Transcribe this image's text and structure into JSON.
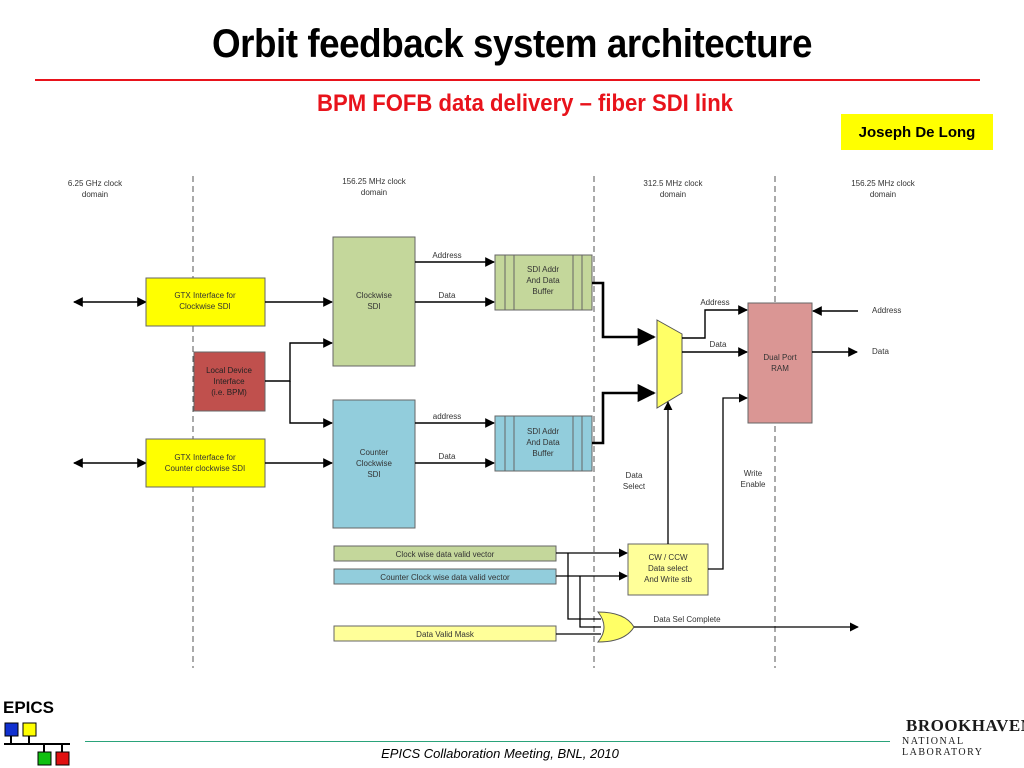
{
  "title": "Orbit feedback system architecture",
  "subtitle": "BPM FOFB data delivery – fiber SDI link",
  "author": "Joseph De Long",
  "footer": "EPICS Collaboration Meeting, BNL, 2010",
  "logos": {
    "epics": "EPICS",
    "bnl_top": "BROOKHAVEN",
    "bnl_bottom": "NATIONAL LABORATORY"
  },
  "domains": {
    "d1": [
      "6.25 GHz clock",
      "domain"
    ],
    "d2": [
      "156.25 MHz clock",
      "domain"
    ],
    "d3": [
      "312.5 MHz clock",
      "domain"
    ],
    "d4": [
      "156.25 MHz clock",
      "domain"
    ]
  },
  "blocks": {
    "gtx_cw": [
      "GTX Interface for",
      "Clockwise SDI"
    ],
    "local_device": [
      "Local Device",
      "Interface",
      "(i.e. BPM)"
    ],
    "gtx_ccw": [
      "GTX Interface for",
      "Counter clockwise SDI"
    ],
    "cw_sdi": [
      "Clockwise",
      "SDI"
    ],
    "ccw_sdi": [
      "Counter",
      "Clockwise",
      "SDI"
    ],
    "buffer_top": [
      "SDI Addr",
      "And Data",
      "Buffer"
    ],
    "buffer_bottom": [
      "SDI Addr",
      "And Data",
      "Buffer"
    ],
    "dual_port_ram": [
      "Dual Port",
      "RAM"
    ],
    "cw_ccw_select": [
      "CW / CCW",
      "Data select",
      "And Write stb"
    ]
  },
  "bars": {
    "cw_valid": "Clock wise data valid vector",
    "ccw_valid": "Counter Clock wise data valid vector",
    "valid_mask": "Data Valid Mask"
  },
  "signals": {
    "address_top": "Address",
    "data_top": "Data",
    "address_bottom": "address",
    "data_bottom": "Data",
    "mux_address": "Address",
    "mux_data": "Data",
    "ext_address": "Address",
    "ext_data": "Data",
    "data_select": [
      "Data",
      "Select"
    ],
    "write_enable": [
      "Write",
      "Enable"
    ],
    "data_sel_complete": "Data Sel Complete"
  },
  "colors": {
    "title_red": "#e8131b",
    "author_yellow": "#ffff00",
    "gtx_yellow": "#ffff00",
    "local_red": "#c0504d",
    "green_block": "#c4d79b",
    "blue_block": "#92cddc",
    "ram_pink": "#da9694",
    "mux_yellow": "#ffff66",
    "select_yellow": "#ffff99",
    "mask_yellow": "#ffff99",
    "footer_rule": "#2aa37a"
  }
}
